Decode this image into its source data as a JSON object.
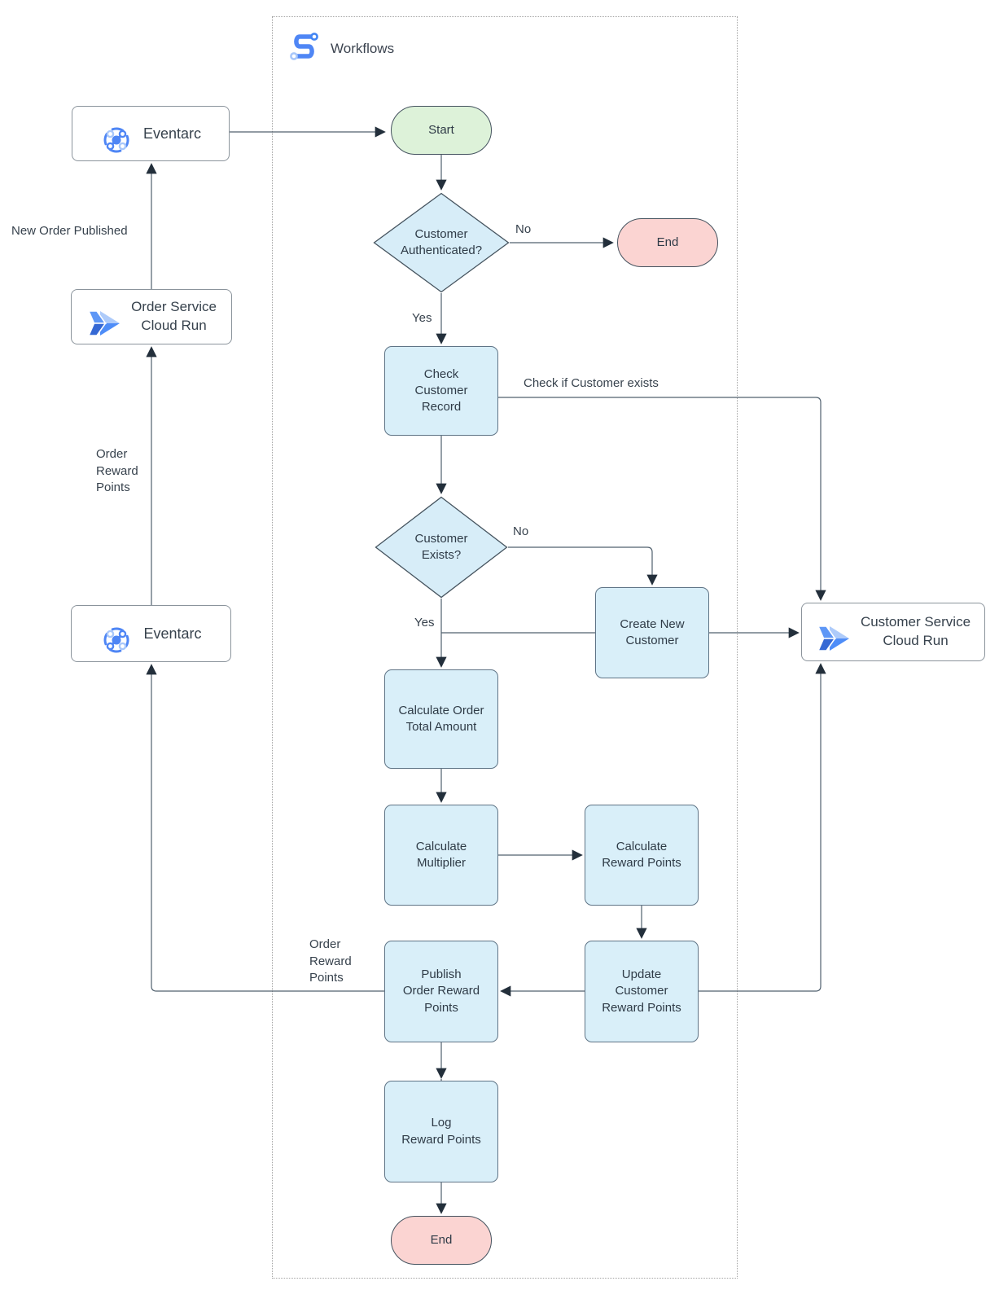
{
  "header": {
    "title": "Workflows"
  },
  "nodes": {
    "eventarc_top": {
      "label": "Eventarc",
      "icon": "eventarc-icon"
    },
    "order_service": {
      "label": "Order Service\nCloud Run",
      "icon": "cloud-run-icon"
    },
    "eventarc_bottom": {
      "label": "Eventarc",
      "icon": "eventarc-icon"
    },
    "customer_service": {
      "label": "Customer Service\nCloud Run",
      "icon": "cloud-run-icon"
    },
    "start": {
      "label": "Start"
    },
    "auth_decision": {
      "label": "Customer\nAuthenticated?"
    },
    "end_top": {
      "label": "End"
    },
    "check_record": {
      "label": "Check\nCustomer\nRecord"
    },
    "exists_decision": {
      "label": "Customer\nExists?"
    },
    "create_customer": {
      "label": "Create New\nCustomer"
    },
    "calc_total": {
      "label": "Calculate Order\nTotal Amount"
    },
    "calc_multiplier": {
      "label": "Calculate\nMultiplier"
    },
    "calc_reward": {
      "label": "Calculate\nReward Points"
    },
    "update_reward": {
      "label": "Update\nCustomer\nReward Points"
    },
    "publish_reward": {
      "label": "Publish\nOrder Reward\nPoints"
    },
    "log_reward": {
      "label": "Log\nReward Points"
    },
    "end_bottom": {
      "label": "End"
    }
  },
  "edge_labels": {
    "auth_no": "No",
    "auth_yes": "Yes",
    "check_if_customer_exists": "Check if Customer exists",
    "exists_no": "No",
    "exists_yes": "Yes",
    "new_order_published": "New Order Published",
    "order_reward_points_eventarc": "Order\nReward\nPoints",
    "order_reward_points_publish": "Order\nReward\nPoints"
  },
  "colors": {
    "process_fill": "#d9eff9",
    "process_border": "#5f7486",
    "start_fill": "#ddf2d9",
    "end_fill": "#fbd4d2",
    "terminal_border": "#45535f",
    "connector_line": "#50606e",
    "arrowhead": "#232f3b",
    "icon_blue": "#4f86f5",
    "icon_light_blue": "#a8c7fa"
  }
}
